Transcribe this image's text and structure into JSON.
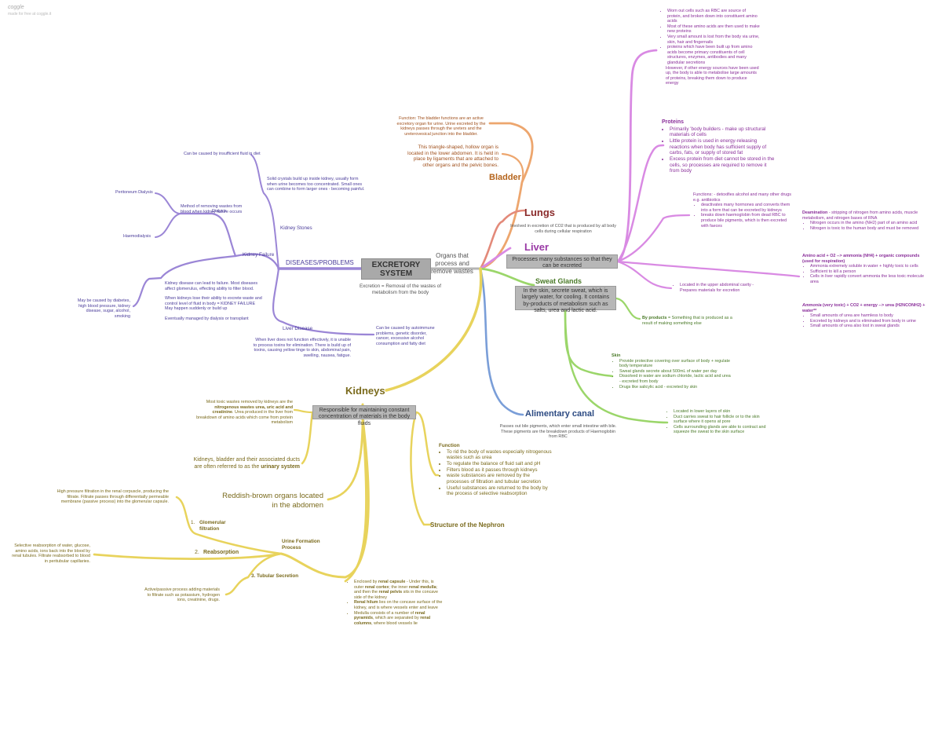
{
  "watermark": {
    "brand": "coggle",
    "note": "made for free at coggle.it"
  },
  "central": {
    "title": "EXCRETORY SYSTEM",
    "definition": "Excretion = Removal of the wastes of metabolism from the body",
    "organs_label": "Organs that process and remove wastes"
  },
  "diseases": {
    "title": "DISEASES/PROBLEMS",
    "kidney_stones": {
      "label": "Kidney Stones",
      "desc": "Solid crystals build up inside kidney, usually form when urine becomes too concentrated. Small ones can combine to form larger ones - becoming painful.",
      "cause": "Can be caused by insufficient fluid in diet"
    },
    "kidney_failure": {
      "label": "Kidney Failure",
      "dialysis_method": "Method of removing wastes from blood when kidney failure occurs",
      "dialysis": "Dialysis",
      "peritoneum": "Peritoneum Dialysis",
      "haemodialysis": "Haemodialysis",
      "desc1": "Kidney disease can lead to failure. Most diseases affect glomerulus, effecting ability to filter blood.",
      "desc2": "When kidneys lose their ability to excrete waste and control level of fluid in body = KIDNEY FAILURE May happen suddenly or build up",
      "desc3": "Eventually managed by dialysis or transplant",
      "causes": "May be caused by diabetes, high blood pressure, kidney disease, sugar, alcohol, smoking"
    },
    "liver_disease": {
      "label": "Liver Disease",
      "desc": "When liver does not function effectively, it is unable to process toxins for elimination. There is build up of toxins, causing yellow tinge to skin, abdominal pain, swelling, nausea, fatigue.",
      "cause": "Can be caused by autoimmune problems, genetic disorder, cancer, excessive alcohol consumption and fatty diet"
    }
  },
  "bladder": {
    "title": "Bladder",
    "function": "Function: The bladder functions are an active excretory organ for urine. Urine excreted by the kidneys passes through the ureters and the ureterovesical junction into the bladder.",
    "desc": "This triangle-shaped, hollow organ is located in the lower abdomen. It is held in place by ligaments that are attached to other organs and the pelvic bones."
  },
  "lungs": {
    "title": "Lungs",
    "desc": "Involved in excretion of CO2 that is produced by all body cells during cellular respiration"
  },
  "liver": {
    "title": "Liver",
    "box": "Processes many substances so that they can be excreted",
    "amino": [
      "Worn out cells such as RBC are source of protein, and broken down into constituent amino acids",
      "Most of these amino acids are then used to make new proteins",
      "Very small amount is lost from the body via urine, skin, hair and fingernails",
      "proteins which have been built up from amino acids become primary constituents of cell structures, enzymes, antibodies and many glandular secretions"
    ],
    "amino_extra": "However, if other energy sources have been used up, the body is able to metabolise large amounts of proteins, breaking them down to produce energy",
    "proteins_title": "Proteins",
    "proteins": [
      "Primarily 'body builders - make up structural materials of cells",
      "Little protein is used in energy-releasing reactions when body has sufficient supply of carbs, fats, or supply of stored fat",
      "Excess protein from diet cannot be stored in the cells, so processes are required to remove it from body"
    ],
    "functions_title": "Functions: - detoxifies alcohol and many other drugs e.g. antibiotics",
    "functions": [
      "deactivates many hormones and converts them into a form that can be excreted by kidneys",
      "breaks down haemoglobin from dead RBC to produce bile pigments, which is then excreted with faeces"
    ],
    "location": "Located in the upper abdominal cavity - Prepares materials for excretion",
    "deamination_title": "Deamination",
    "deamination_rest": " - stripping of nitrogen from amino acids, muscle metabolism, and nitrogen bases of RNA",
    "deamination": [
      "Nitrogen occurs in the amino (NH2) part of an amino acid",
      "Nitrogen is toxic to the human body and must be removed"
    ],
    "ammonia_title": "Amino acid + O2 --> ammonia (NH4) + organic compounds (used for respiration)",
    "ammonia": [
      "Ammonia extremely soluble in water + highly toxic to cells",
      "Sufficient to kill a person",
      "Cells in liver rapidly convert ammonia the less toxic molecule area"
    ],
    "urea_title_a": "Ammonia",
    "urea_title_b": " (very toxic) + CO2 + energy --> urea (H2NCONH2) + water**",
    "urea": [
      "Small amounts of urea are harmless to body",
      "Excreted by kidneys and is eliminated from body in urine",
      "Small amounts of urea also lost in sweat glands"
    ]
  },
  "sweat": {
    "title": "Sweat Glands",
    "box": "In the skin, secrete sweat, which is largely water, for cooling. It contains by-products of metabolism such as salts, urea and lactic acid.",
    "byproducts_bold": "By products",
    "byproducts": " = Something that is produced as a result of making something else",
    "skin_title": "Skin",
    "skin": [
      "Provide protective covering over surface of body + regulate body temperature",
      "Sweat glands secrete about 500mL of water per day",
      "Dissolved in water are sodium chloride, lactic acid and urea - excreted from body",
      "Drugs like salicylic acid - excreted by skin"
    ],
    "location": [
      "Located in lower layers of skin",
      "Duct carries sweat to hair follicle or to the skin surface where it opens at pore",
      "Cells surrounding glands are able to contract and squeeze the sweat to the skin surface"
    ]
  },
  "alimentary": {
    "title": "Alimentary canal",
    "desc": "Passes out bile pigments, which enter small intestine with bile. These pigments are the breakdown products of Haemoglobin from RBC"
  },
  "kidneys": {
    "title": "Kidneys",
    "box": "Responsible for maintaining constant concentration of materials in the body fluids",
    "toxic_a": "Most toxic wastes removed by kidneys are the ",
    "toxic_b": "nitrogenous wastes urea, uric acid and creatinine",
    "toxic_c": ". Urea produced in the liver from breakdown of amino acids which come from protein metabolism",
    "urinary_a": "Kidneys, bladder and their associated ducts are often referred to as the ",
    "urinary_b": "urinary system",
    "reddish": "Reddish-brown organs located in the abdomen",
    "function_title": "Function",
    "function": [
      "To rid the body of wastes especially nitrogenous wastes such as urea",
      "To regulate the balance of fluid salt and pH",
      "Filters blood as it passes through kidneys",
      "waste substances are removed by the processes of filtration and tubular secretion",
      "Useful substances are returned to the body by the process of selective reabsorption"
    ],
    "nephron": "Structure of the Nephron",
    "urine_formation": "Urine Formation Process",
    "glomerular_num": "1.",
    "glomerular": "Glomerular filtration",
    "glomerular_desc": "High pressure filtration in the renal corpuscle, producing the filtrate. Filtrate passes through differentially permeable membrane (passive process) into the glomerular capsule.",
    "reabs_num": "2.",
    "reabs": "Reabsorption",
    "reabs_desc": "Selective reabsorption of water, glucose, amino acids, ions back into the blood by renal tubules. Filtrate reabsorbed to blood in peritubular capillaries.",
    "tubular": "3. Tubular Secretion",
    "tubular_desc": "Active/passive process adding materials to filtrate such as potassium, hydrogen ions, creatinine, drugs.",
    "structure": [
      [
        "Enclosed by ",
        "renal capsule",
        " - Under this, is outer ",
        "renal cortex",
        "; the inner ",
        "renal medulla",
        "; and then the ",
        "renal pelvis",
        " sits in the concave side of the kidney"
      ],
      [
        "",
        "Renal hilum",
        " lies on the concave surface of the kidney, and is where vessels enter and leave"
      ],
      [
        "Medulla consists of a number of ",
        "renal pyramids",
        ", which are separated by ",
        "renal columns",
        ", where blood vessels lie"
      ]
    ]
  },
  "colors": {
    "purple": "#9b86d6",
    "yellow": "#e8d35c",
    "green": "#9bd66a",
    "magenta": "#d98ae3",
    "orange": "#eda66e",
    "red": "#e38a7a",
    "blue": "#7a9ed8",
    "lungs_text": "#8a2b2b",
    "liver_text": "#9a3aa6"
  }
}
